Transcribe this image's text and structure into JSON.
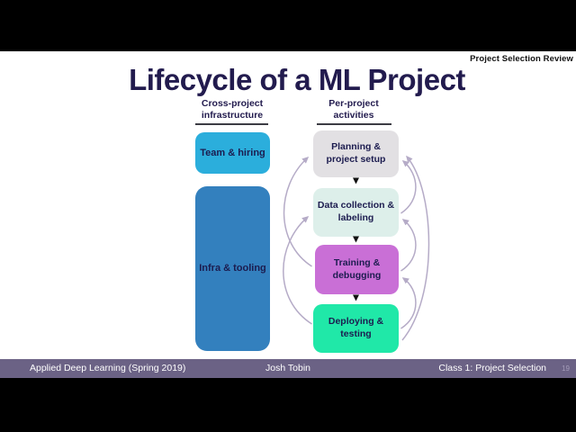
{
  "slide": {
    "corner_label": "Project Selection Review",
    "title": "Lifecycle of a ML Project"
  },
  "columns": {
    "infrastructure": {
      "header_line1": "Cross-project",
      "header_line2": "infrastructure"
    },
    "activities": {
      "header_line1": "Per-project",
      "header_line2": "activities"
    }
  },
  "infrastructure_boxes": [
    {
      "id": "team-hiring",
      "label": "Team & hiring",
      "color": "#2baedc"
    },
    {
      "id": "infra-tooling",
      "label": "Infra & tooling",
      "color": "#3380be"
    }
  ],
  "activity_boxes": [
    {
      "id": "planning",
      "line1": "Planning &",
      "line2": "project setup",
      "color": "#e2e0e3"
    },
    {
      "id": "data",
      "line1": "Data collection &",
      "line2": "labeling",
      "color": "#ddefea"
    },
    {
      "id": "training",
      "line1": "Training &",
      "line2": "debugging",
      "color": "#c96fd6"
    },
    {
      "id": "deploying",
      "line1": "Deploying &",
      "line2": "testing",
      "color": "#20e8a8"
    }
  ],
  "diagram": {
    "flow_arrows": [
      {
        "from": "planning",
        "to": "data"
      },
      {
        "from": "data",
        "to": "training"
      },
      {
        "from": "training",
        "to": "deploying"
      }
    ],
    "feedback_arrows": [
      {
        "from": "data",
        "to": "planning",
        "side": "right"
      },
      {
        "from": "training",
        "to": "planning",
        "side": "left"
      },
      {
        "from": "training",
        "to": "data",
        "side": "right"
      },
      {
        "from": "deploying",
        "to": "data",
        "side": "left"
      },
      {
        "from": "deploying",
        "to": "training",
        "side": "right"
      },
      {
        "from": "deploying",
        "to": "planning",
        "side": "right"
      }
    ],
    "flow_arrow_color": "#111111",
    "feedback_arrow_color": "#b5abc7"
  },
  "footer": {
    "course": "Applied Deep Learning (Spring 2019)",
    "author": "Josh Tobin",
    "lecture": "Class 1: Project Selection",
    "page_number": "19",
    "bar_color": "#6b6285"
  },
  "colors": {
    "letterbox_background": "#000000",
    "slide_background": "#ffffff",
    "heading_text": "#221b4e",
    "corner_label_text": "#111111",
    "underline": "#3c3c44",
    "footer_text": "#ffffff",
    "page_number_text": "#a49cb8"
  }
}
